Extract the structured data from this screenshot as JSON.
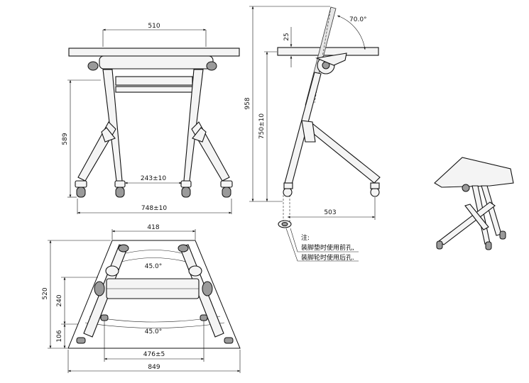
{
  "front_view": {
    "dim_top_width": "510",
    "dim_height": "589",
    "dim_wheel_gap": "243±10",
    "dim_overall_width": "748±10"
  },
  "side_view": {
    "dim_angle": "70.0°",
    "dim_top_thickness": "25",
    "dim_total_height": "958",
    "dim_top_height": "750±10",
    "dim_depth": "503"
  },
  "plan_view": {
    "dim_top_edge": "418",
    "dim_angle_upper": "45.0°",
    "dim_angle_lower": "45.0°",
    "dim_depth": "520",
    "dim_mid": "240",
    "dim_front": "106",
    "dim_wheel_span": "476±5",
    "dim_back_edge": "849"
  },
  "note": {
    "title": "注:",
    "line1": "装脚垫时使用前孔,",
    "line2": "装脚轮时使用后孔."
  }
}
